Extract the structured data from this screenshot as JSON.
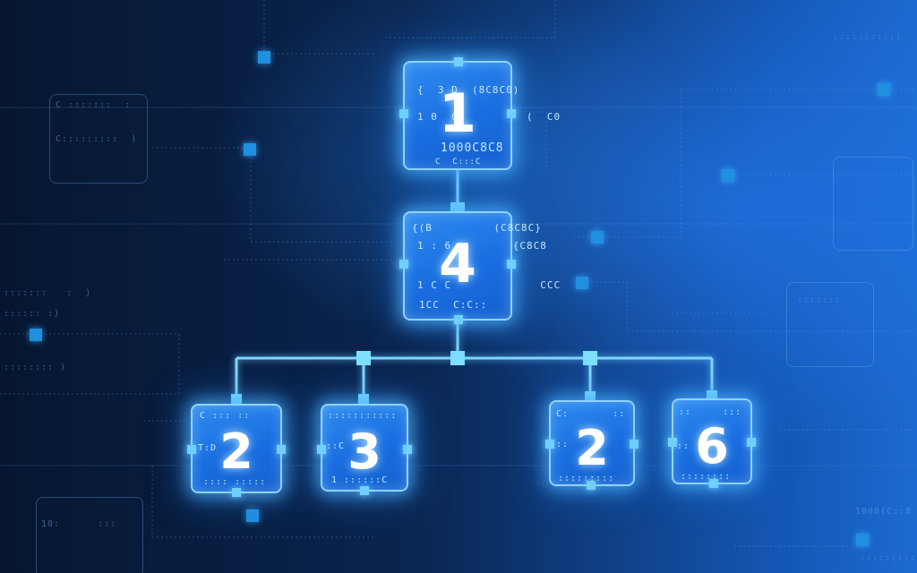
{
  "diagram": {
    "nodes": [
      {
        "id": "n1",
        "digit": "1",
        "code_top": "{  3 D  (8C8C0)",
        "code_mid": "1 0  0          (  C0",
        "code_bottom": "1000C8C8",
        "code_foot": "C  C:::C"
      },
      {
        "id": "n4",
        "digit": "4",
        "code_top": "{(B         (C8C8C}",
        "code_mid": "1 : 6         {C8C8",
        "code_bottom": "1 C C             CCC",
        "code_foot": "1CC  C:C::"
      },
      {
        "id": "n2a",
        "digit": "2",
        "code_top": "C ::: ::",
        "code_mid": "T:D",
        "code_bottom": ":::: :::::",
        "code_foot": ""
      },
      {
        "id": "n3",
        "digit": "3",
        "code_top": ":::::::::::",
        "code_mid": "::C",
        "code_bottom": "1 ::::::C",
        "code_foot": ""
      },
      {
        "id": "n2b",
        "digit": "2",
        "code_top": "C:       ::",
        "code_mid": "::",
        "code_bottom": ":::::::::",
        "code_foot": ""
      },
      {
        "id": "n6",
        "digit": "6",
        "code_top": "::     :::",
        "code_mid": "::",
        "code_bottom": "::::::::",
        "code_foot": ""
      }
    ],
    "background_text": [
      "C :::::::  :",
      "C:::::::::  )",
      ":::::::   :  )",
      ":::::: :)",
      ":::::::: )",
      "1000(C::8",
      "::::::::::",
      ":::::::",
      "10:      :::",
      ":::::::::::"
    ],
    "colors": {
      "node_fill": "#1a6ee0",
      "node_border": "#8fd3ff",
      "connector": "#7fd6ff",
      "background_dark": "#061630",
      "background_light": "#1c6ad0"
    }
  }
}
